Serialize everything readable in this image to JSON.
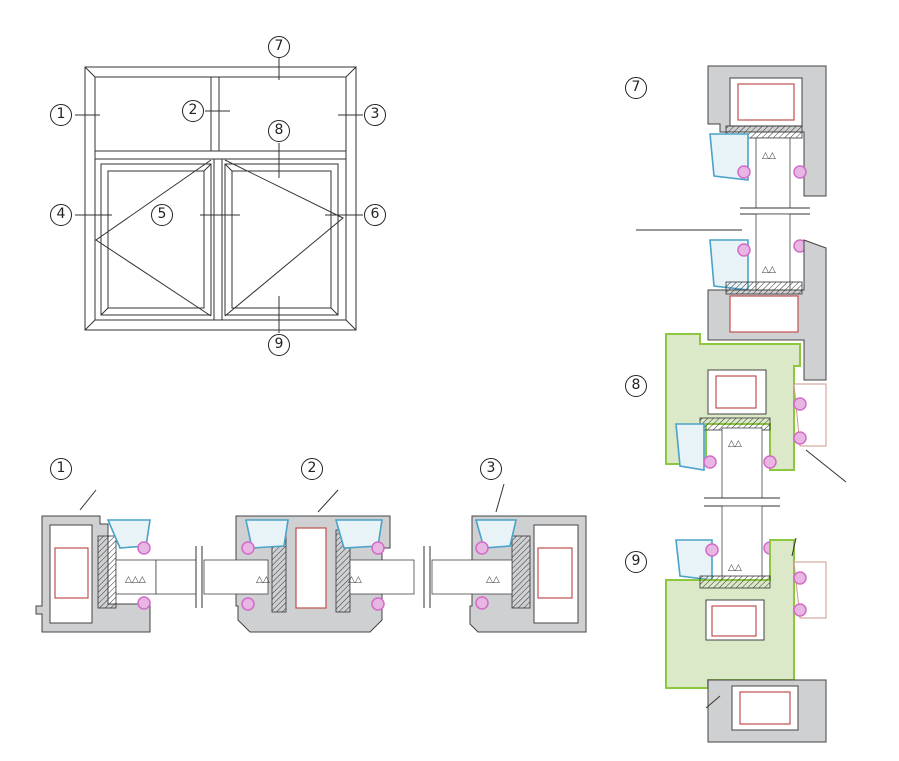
{
  "labels": {
    "c1": "1",
    "c2": "2",
    "c3": "3",
    "c4": "4",
    "c5": "5",
    "c6": "6",
    "c7": "7",
    "c8": "8",
    "c9": "9"
  },
  "colors": {
    "profile_fill": "#cfd0d2",
    "profile_stroke": "#444444",
    "steel_red": "#c0504d",
    "gasket_magenta": "#d36bc8",
    "glazing_bead_blue": "#4aa3c8",
    "sash_green": "#8dc63f",
    "spacer_hatch": "#333333",
    "line": "#333333"
  }
}
